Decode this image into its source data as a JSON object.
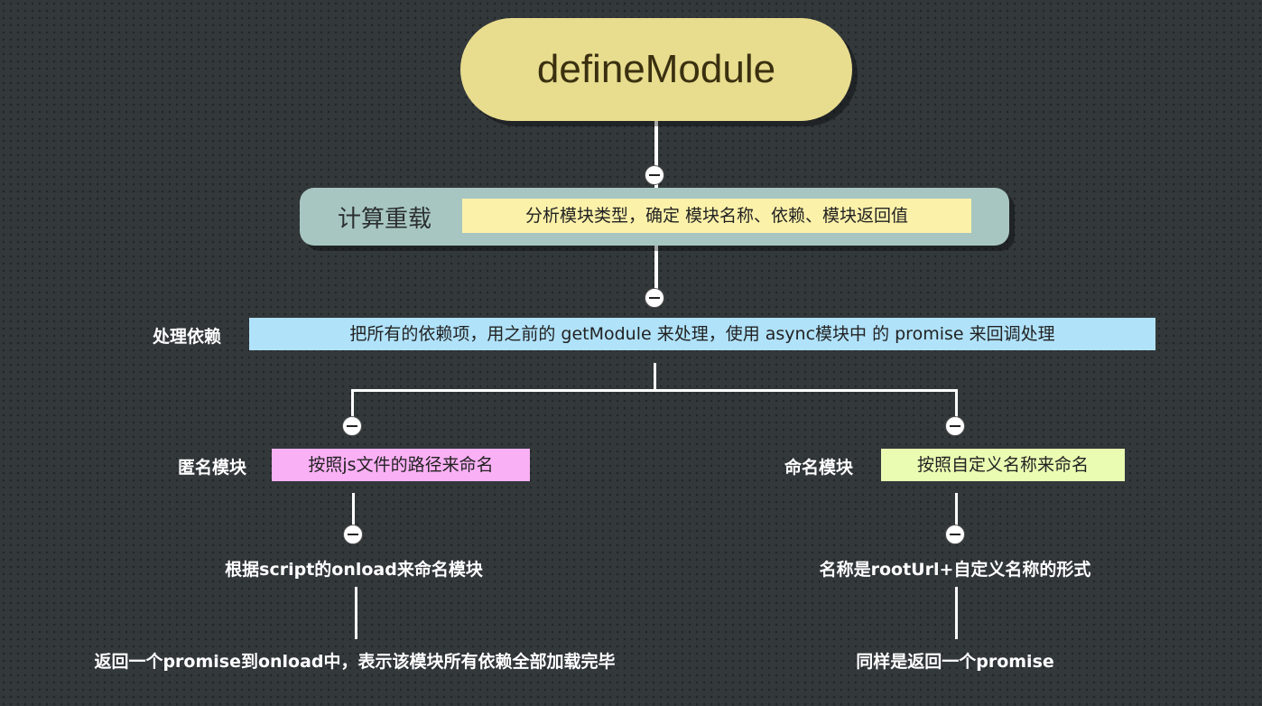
{
  "root": {
    "label": "defineModule"
  },
  "calc": {
    "label": "计算重载",
    "note": "分析模块类型，确定 模块名称、依赖、模块返回值"
  },
  "deps": {
    "label": "处理依赖",
    "note": "把所有的依赖项，用之前的 getModule 来处理，使用 async模块中 的 promise 来回调处理"
  },
  "anonymous": {
    "label": "匿名模块",
    "note": "按照js文件的路径来命名",
    "step1": "根据script的onload来命名模块",
    "step2": "返回一个promise到onload中，表示该模块所有依赖全部加载完毕"
  },
  "named": {
    "label": "命名模块",
    "note": "按照自定义名称来命名",
    "step1": "名称是rootUrl+自定义名称的形式",
    "step2": "同样是返回一个promise"
  },
  "colors": {
    "root": "#e8dc8e",
    "calc": "#a7c6c2",
    "calc_note": "#fbf1a9",
    "deps_note": "#b0e2fa",
    "anonymous_note": "#fab0f5",
    "named_note": "#e9fcb2",
    "background": "#33383b"
  }
}
